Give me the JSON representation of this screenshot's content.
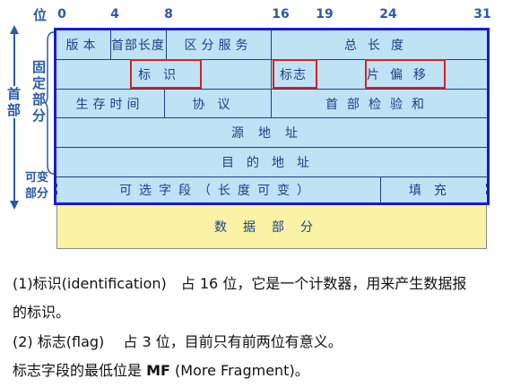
{
  "diagram": {
    "position_label": "位",
    "bit_positions": [
      "0",
      "4",
      "8",
      "16",
      "19",
      "24",
      "31"
    ],
    "side_labels": {
      "header": "首部",
      "fixed_part": "固定部分",
      "variable_part": "可变部分"
    },
    "fields": {
      "version": "版本",
      "header_length": "首部长度",
      "service_type": "区分服务",
      "total_length": "总长度",
      "identification": "标识",
      "flag": "标志",
      "fragment_offset": "片偏移",
      "ttl": "生存时间",
      "protocol": "协议",
      "header_checksum": "首部检验和",
      "source_address": "源地址",
      "destination_address": "目的地址",
      "options": "可选字段（长度可变）",
      "padding": "填充",
      "data": "数据部分"
    },
    "colors": {
      "header_fill": "#bfe3f5",
      "data_fill": "#faf3a6",
      "frame_border": "#1a1ad0",
      "highlight_border": "#d92020"
    }
  },
  "description": {
    "line1": "(1)标识(identification)　占 16 位，它是一个计数器，用来产生数据报",
    "line2": "的标识。",
    "line3": "(2) 标志(flag)　 占 3 位，目前只有前两位有意义。",
    "line4_prefix": "标志字段的最低位是 ",
    "line4_bold": "MF",
    "line4_suffix": " (More Fragment)。"
  }
}
